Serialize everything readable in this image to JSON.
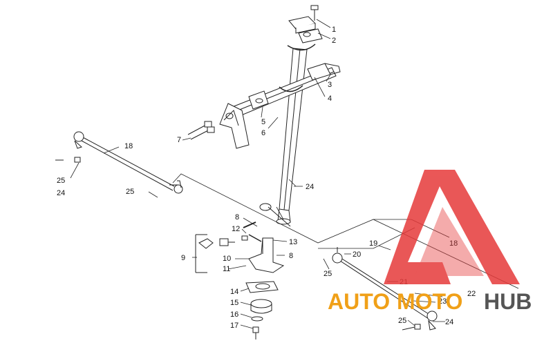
{
  "diagram": {
    "type": "exploded-parts-diagram",
    "subject": "steering column and tie rod assembly",
    "callouts": [
      {
        "key": "c1",
        "label": "1"
      },
      {
        "key": "c2",
        "label": "2"
      },
      {
        "key": "c3",
        "label": "3"
      },
      {
        "key": "c4",
        "label": "4"
      },
      {
        "key": "c5",
        "label": "5"
      },
      {
        "key": "c6",
        "label": "6"
      },
      {
        "key": "c7",
        "label": "7"
      },
      {
        "key": "c8a",
        "label": "8"
      },
      {
        "key": "c8b",
        "label": "8"
      },
      {
        "key": "c9",
        "label": "9"
      },
      {
        "key": "c10",
        "label": "10"
      },
      {
        "key": "c11",
        "label": "11"
      },
      {
        "key": "c12",
        "label": "12"
      },
      {
        "key": "c13",
        "label": "13"
      },
      {
        "key": "c14",
        "label": "14"
      },
      {
        "key": "c15",
        "label": "15"
      },
      {
        "key": "c16",
        "label": "16"
      },
      {
        "key": "c17",
        "label": "17"
      },
      {
        "key": "c18a",
        "label": "18"
      },
      {
        "key": "c18b",
        "label": "18"
      },
      {
        "key": "c19",
        "label": "19"
      },
      {
        "key": "c20",
        "label": "20"
      },
      {
        "key": "c21",
        "label": "21"
      },
      {
        "key": "c22",
        "label": "22"
      },
      {
        "key": "c23",
        "label": "23"
      },
      {
        "key": "c24a",
        "label": "24"
      },
      {
        "key": "c24b",
        "label": "24"
      },
      {
        "key": "c24c",
        "label": "24"
      },
      {
        "key": "c25a",
        "label": "25"
      },
      {
        "key": "c25b",
        "label": "25"
      },
      {
        "key": "c25c",
        "label": "25"
      }
    ]
  },
  "watermark": {
    "text_part1": "AUTO",
    "text_part2": "MOTO",
    "text_part3": "HUB",
    "colors": {
      "logo": "#e63a3a",
      "auto_moto": "#f0a018",
      "hub": "#555555"
    }
  }
}
